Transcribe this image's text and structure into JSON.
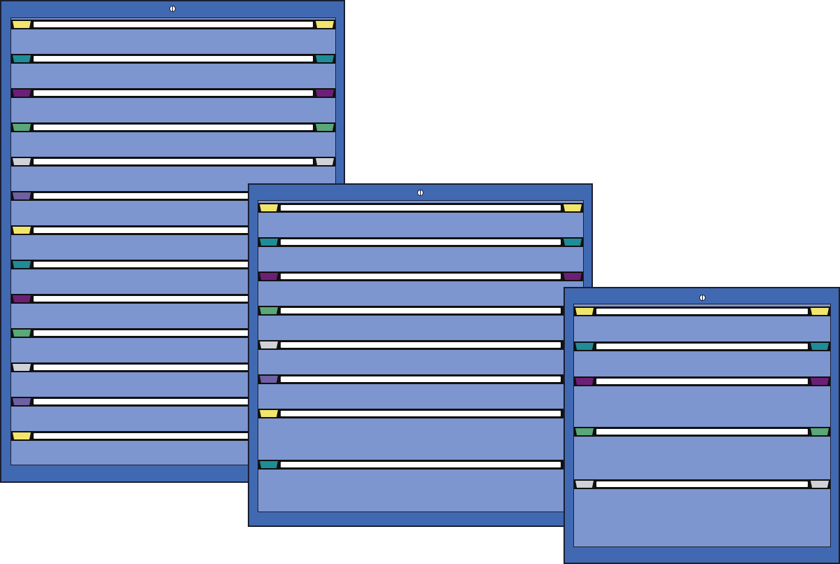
{
  "colors": {
    "frame": "#4169b1",
    "panel": "#7d96cf",
    "outline": "#1a1f33",
    "handle": "#ffffff"
  },
  "tab_palette": {
    "yellow": "#f2e56b",
    "teal": "#1f8c99",
    "purple": "#6d1f78",
    "green": "#5aa777",
    "gray": "#d0d2d8",
    "violet": "#6f5fa3"
  },
  "cabinets": [
    {
      "name": "cabinet-tall",
      "drawer_count": 13,
      "tabs": [
        "yellow",
        "teal",
        "purple",
        "green",
        "gray",
        "violet",
        "yellow",
        "teal",
        "purple",
        "green",
        "gray",
        "violet",
        "yellow"
      ]
    },
    {
      "name": "cabinet-medium",
      "drawer_count": 8,
      "tabs": [
        "yellow",
        "teal",
        "purple",
        "green",
        "gray",
        "violet",
        "yellow",
        "teal"
      ]
    },
    {
      "name": "cabinet-small",
      "drawer_count": 5,
      "tabs": [
        "yellow",
        "teal",
        "purple",
        "green",
        "gray"
      ]
    }
  ]
}
